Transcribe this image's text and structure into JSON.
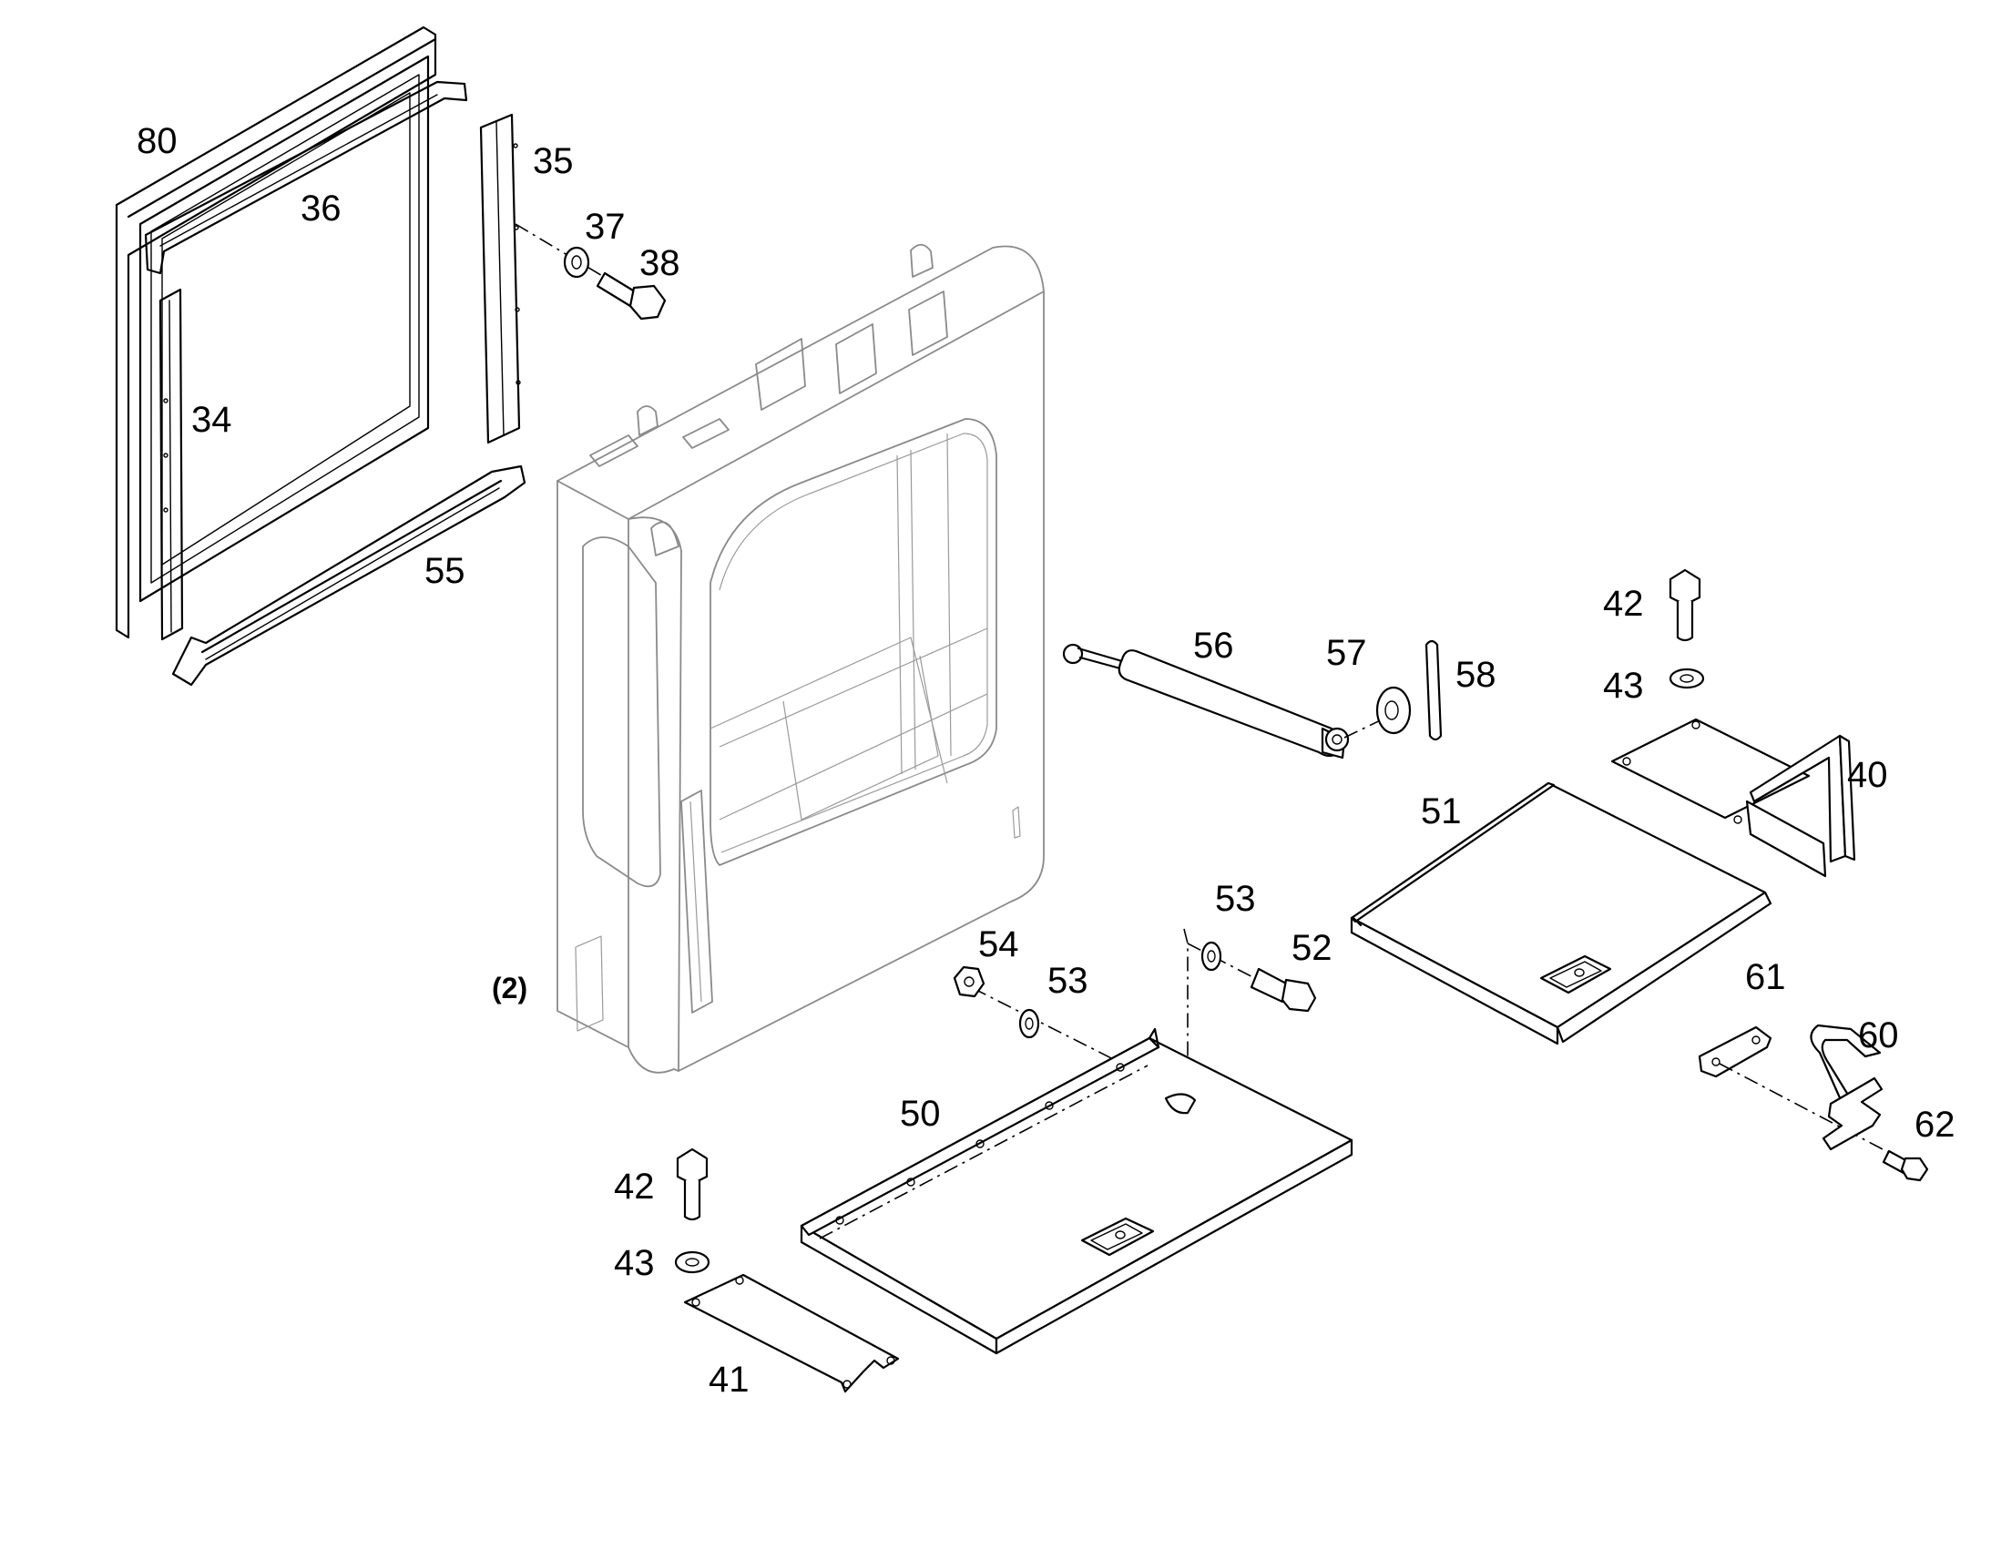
{
  "labels": {
    "p80": "80",
    "p36": "36",
    "p35": "35",
    "p37": "37",
    "p38": "38",
    "p34": "34",
    "p55": "55",
    "p56": "56",
    "p57": "57",
    "p58": "58",
    "p42a": "42",
    "p43a": "43",
    "p40": "40",
    "p51": "51",
    "p53a": "53",
    "p54": "54",
    "p53b": "53",
    "p52": "52",
    "p2": "(2)",
    "p61": "61",
    "p60": "60",
    "p62": "62",
    "p50": "50",
    "p42b": "42",
    "p43b": "43",
    "p41": "41"
  }
}
